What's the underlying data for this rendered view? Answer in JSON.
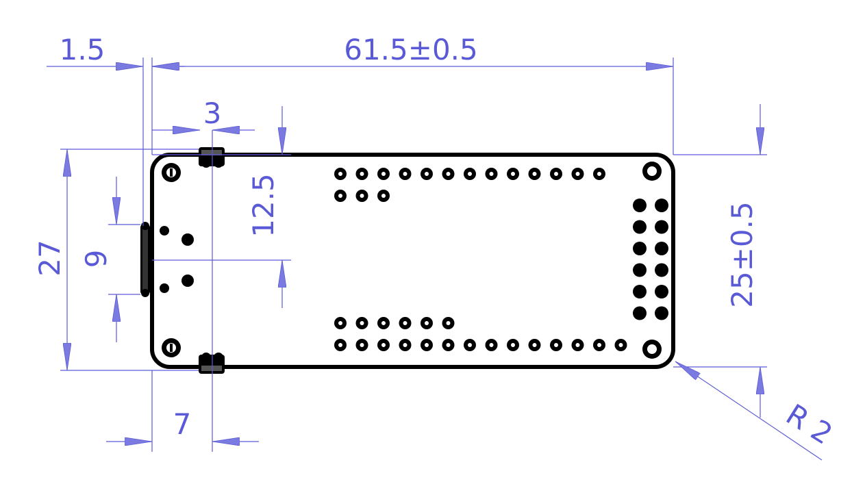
{
  "colors": {
    "dimension": "#5a5ad6",
    "board_outline": "#000000",
    "background": "#ffffff"
  },
  "dimensions": {
    "offset_top": "1.5",
    "overall_length": "61.5±0.5",
    "usb_width": "3",
    "usb_center": "12.5",
    "overall_width_left": "27",
    "usb_height": "9",
    "usb_depth": "7",
    "board_width": "25±0.5",
    "corner_radius": "R 2"
  },
  "board": {
    "top_header_pins": 13,
    "second_row_pins": 3,
    "bottom_second_row_pins": 6,
    "bottom_header_pins": 14,
    "right_rows": 6
  }
}
